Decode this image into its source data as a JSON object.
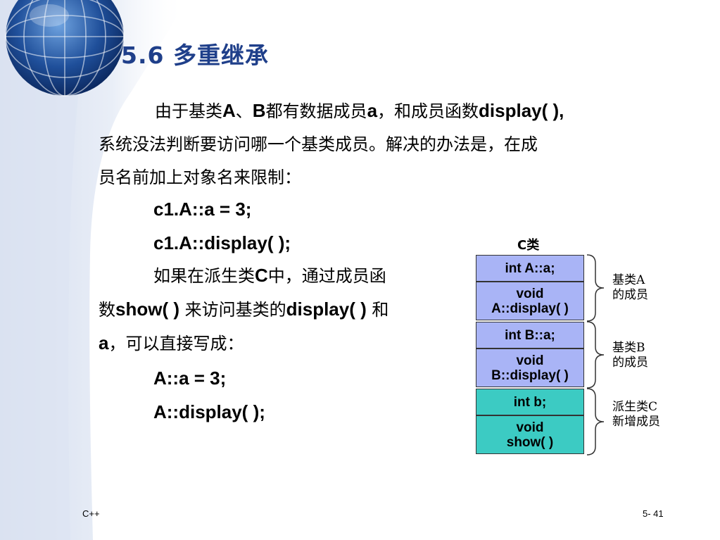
{
  "slide": {
    "title": "5.6 多重继承",
    "para1": {
      "t1": "由于基类",
      "b1": "A",
      "t2": "、",
      "b2": "B",
      "t3": "都有数据成员",
      "b3": "a",
      "t4": "，和成员函数",
      "b4": "display( ),",
      "line2": "系统没法判断要访问哪一个基类成员。解决的办法是，在成",
      "line3": "员名前加上对象名来限制："
    },
    "code1": "c1.A::a = 3;",
    "code2": "c1.A::display( );",
    "para2": {
      "t1": "如果在派生类",
      "b1": "C",
      "t2": "中，通过成员函",
      "t3": "数",
      "b2": "show( )",
      "t4": " 来访问基类的",
      "b3": "display( )",
      "t5": " 和",
      "b4": "a",
      "t6": "，可以直接写成："
    },
    "code3": "A::a = 3;",
    "code4": "A::display( );",
    "diagram": {
      "title": "C类",
      "cells": [
        "int A::a;",
        "void\nA::display( )",
        "int B::a;",
        "void\nB::display( )",
        "int b;",
        "void\nshow( )"
      ],
      "groups": [
        "基类A\n的成员",
        "基类B\n的成员",
        "派生类C\n新增成员"
      ],
      "colors": {
        "base": "#a9b4f6",
        "derived": "#3ccbc3"
      }
    },
    "footer": {
      "left": "C++",
      "right": "5- 41"
    },
    "theme": {
      "title_color": "#1f3f8a",
      "globe": "globe-icon"
    }
  }
}
